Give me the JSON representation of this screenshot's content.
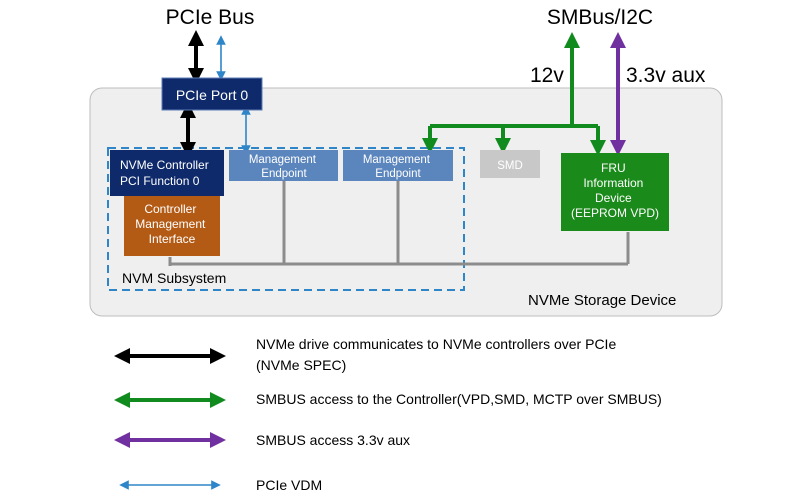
{
  "top_labels": {
    "pcie_bus": "PCIe Bus",
    "smbus": "SMBus/I2C",
    "v12": "12v",
    "v33": "3.3v aux"
  },
  "nodes": {
    "pcie_port": "PCIe Port 0",
    "nvme_controller": [
      "NVMe Controller",
      "PCI Function 0"
    ],
    "mgmt_endpoint_1": [
      "Management",
      "Endpoint"
    ],
    "mgmt_endpoint_2": [
      "Management",
      "Endpoint"
    ],
    "cmi": [
      "Controller",
      "Management",
      "Interface"
    ],
    "smd": "SMD",
    "fru": [
      "FRU",
      "Information",
      "Device",
      "(EEPROM VPD)"
    ],
    "nvm_subsystem": "NVM Subsystem",
    "storage_device": "NVMe Storage Device"
  },
  "legend": [
    {
      "kind": "black",
      "lines": [
        "NVMe drive communicates to NVMe controllers over PCIe",
        "(NVMe SPEC)"
      ]
    },
    {
      "kind": "green",
      "lines": [
        "SMBUS access to the Controller(VPD,SMD, MCTP over SMBUS)"
      ]
    },
    {
      "kind": "purple",
      "lines": [
        "SMBUS access 3.3v aux"
      ]
    },
    {
      "kind": "blue",
      "lines": [
        "PCIe VDM"
      ]
    }
  ],
  "colors": {
    "black": "#000000",
    "green": "#118a1e",
    "purple": "#7030a0",
    "blue": "#2e86c8",
    "navy": "#0e2a6b",
    "endpoint": "#5b85bd",
    "cmi": "#b35a15",
    "smd": "#c8c8c8",
    "fru": "#1a8a1a",
    "gray_bus": "#8c8c8c",
    "dashed": "#2e86c8",
    "device_bg": "#efefef"
  }
}
